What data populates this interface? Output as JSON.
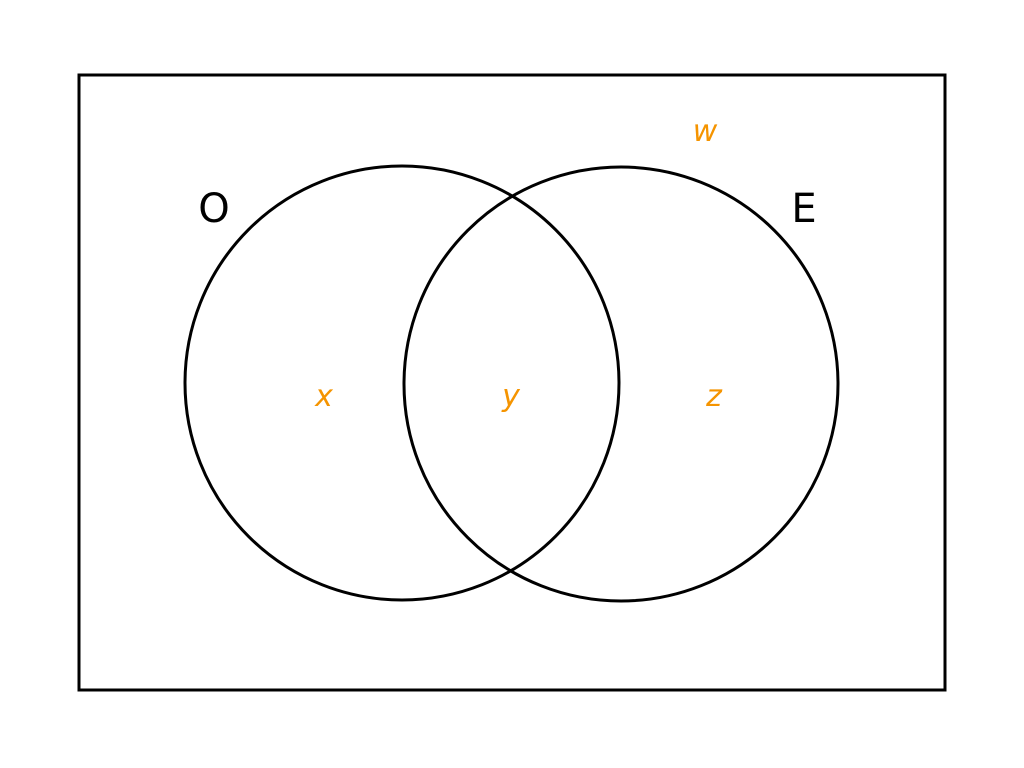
{
  "sets": {
    "left": {
      "label": "O"
    },
    "right": {
      "label": "E"
    }
  },
  "regions": {
    "outside": "w",
    "left_only": "x",
    "intersection": "y",
    "right_only": "z"
  },
  "colors": {
    "region_label": "#f59400",
    "outline": "#000000",
    "background": "#ffffff"
  }
}
